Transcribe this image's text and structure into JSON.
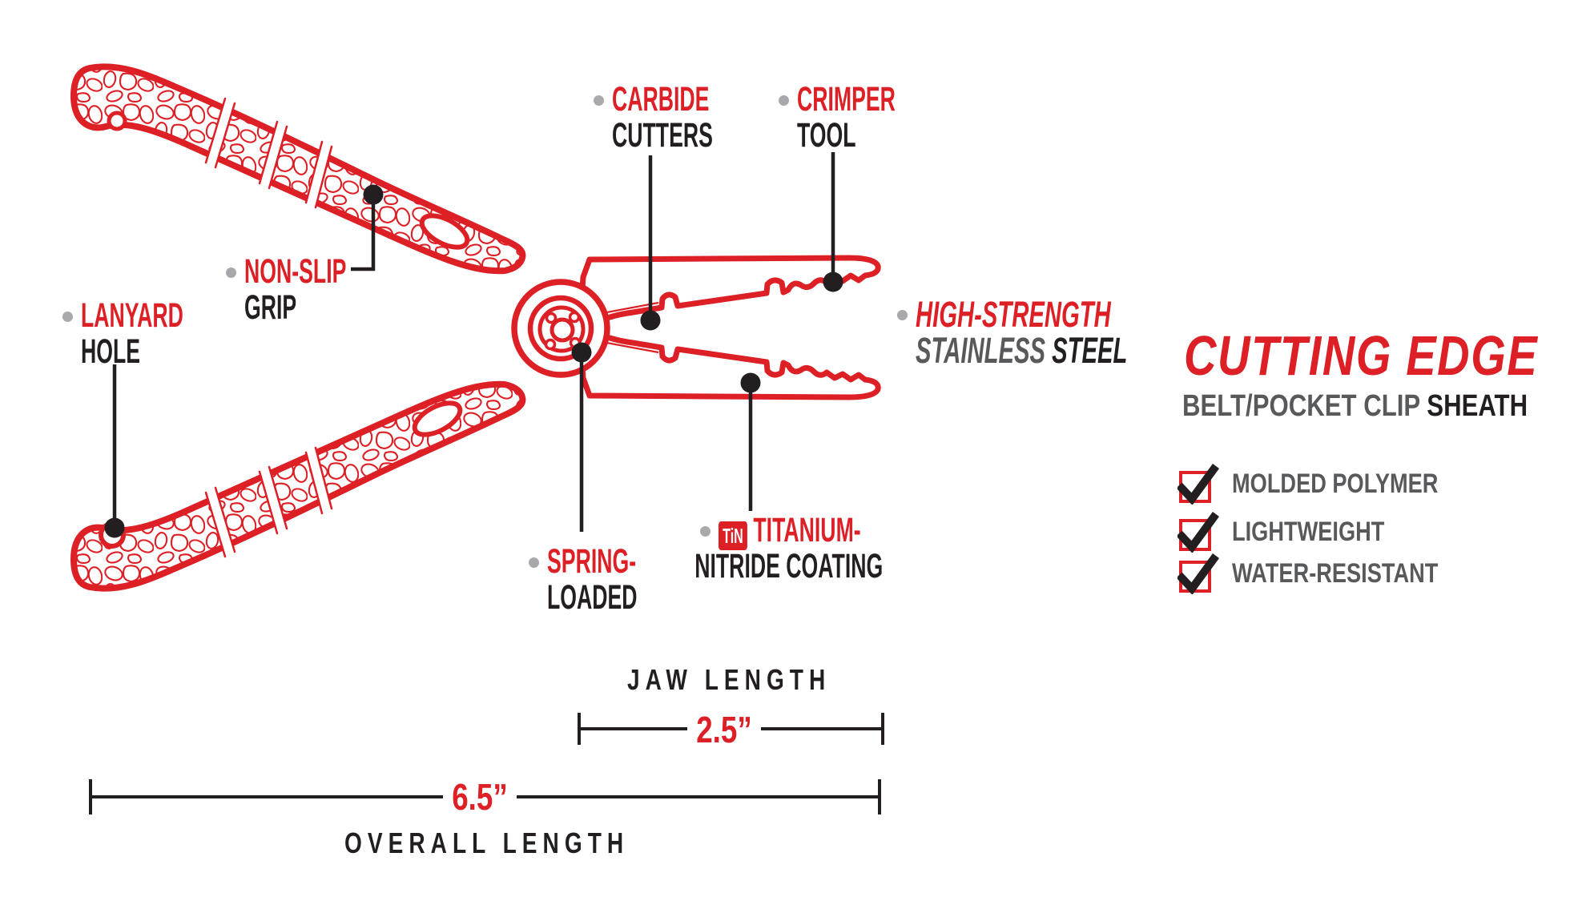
{
  "colors": {
    "accent_red": "#dd1f26",
    "ink_black": "#231f20",
    "text_gray": "#58595b",
    "bullet_gray": "#a7a9ac"
  },
  "callouts": {
    "carbide": {
      "line1": "CARBIDE",
      "line2": "CUTTERS"
    },
    "crimper": {
      "line1": "CRIMPER",
      "line2": "TOOL"
    },
    "nonslip": {
      "line1": "NON-SLIP",
      "line2": "GRIP"
    },
    "lanyard": {
      "line1": "LANYARD",
      "line2": "HOLE"
    },
    "high_strength": {
      "line1": "HIGH-STRENGTH",
      "line2_gray": "STAINLESS",
      "line2_black": "STEEL"
    },
    "spring": {
      "line1": "SPRING-",
      "line2": "LOADED"
    },
    "titanium": {
      "badge": "TiN",
      "line1": "TITANIUM-",
      "line2": "NITRIDE COATING"
    }
  },
  "panel": {
    "title": "CUTTING EDGE",
    "subtitle_gray": "BELT/POCKET CLIP",
    "subtitle_black": "SHEATH",
    "features": [
      {
        "label": "MOLDED POLYMER",
        "checked": true
      },
      {
        "label": "LIGHTWEIGHT",
        "checked": true
      },
      {
        "label": "WATER-RESISTANT",
        "checked": true
      }
    ]
  },
  "dimensions": {
    "jaw": {
      "label": "JAW LENGTH",
      "value": "2.5”"
    },
    "overall": {
      "label": "OVERALL LENGTH",
      "value": "6.5”"
    }
  }
}
